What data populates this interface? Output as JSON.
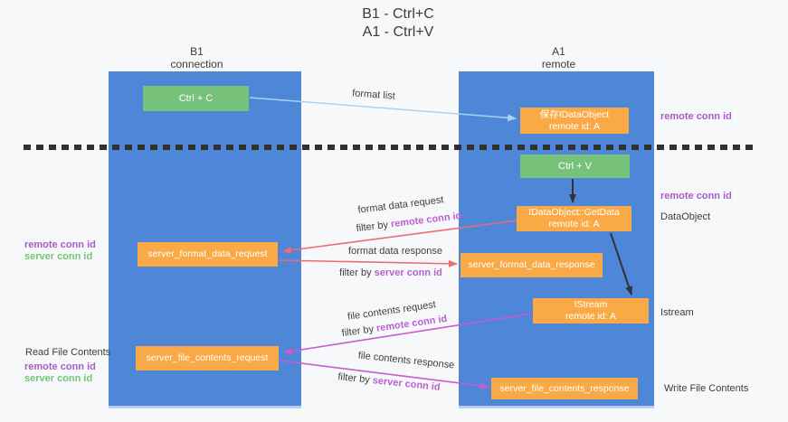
{
  "title": {
    "line1": "B1 - Ctrl+C",
    "line2": "A1 - Ctrl+V"
  },
  "lanes": {
    "left": {
      "name": "B1",
      "role": "connection"
    },
    "right": {
      "name": "A1",
      "role": "remote"
    }
  },
  "boxes": {
    "ctrl_c": "Ctrl + C",
    "ctrl_v": "Ctrl + V",
    "save_idataobject": {
      "line1": "保存IDataObject",
      "line2": "remote id: A"
    },
    "getdata": {
      "line1": "IDataObject::GetData",
      "line2": "remote id: A"
    },
    "istream": {
      "line1": "IStream",
      "line2": "remote id: A"
    },
    "format_request": "server_format_data_request",
    "format_response": "server_format_data_response",
    "file_request": "server_file_contents_request",
    "file_response": "server_file_contents_response"
  },
  "annotations": {
    "remote_conn_id": "remote conn id",
    "server_conn_id": "server conn id",
    "dataobject": "DataObject",
    "istream": "Istream",
    "read_file_contents": "Read File Contents",
    "write_file_contents": "Write File Contents"
  },
  "arrow_labels": {
    "format_list": "format list",
    "format_data_request": "format data request",
    "format_data_response": "format data response",
    "file_contents_request": "file contents request",
    "file_contents_response": "file contents response",
    "filter_by": "filter by "
  },
  "colors": {
    "lane_blue": "#4e86d8",
    "box_orange": "#f9a945",
    "box_green": "#76c27a",
    "arrow_light_blue": "#a9d3f2",
    "arrow_red": "#e96d72",
    "arrow_magenta": "#ca5bcb",
    "arrow_black": "#333333",
    "label_purple": "#a85cc8",
    "label_green": "#74c578",
    "text_dark": "#3c3c3c",
    "background": "#f7f8f9"
  }
}
